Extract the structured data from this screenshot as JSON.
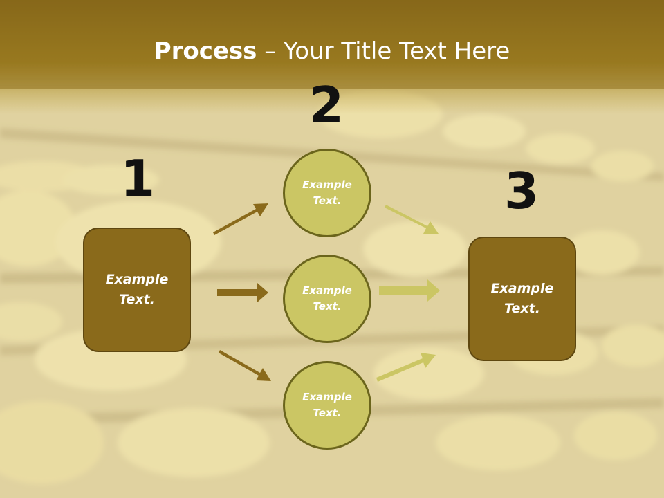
{
  "slide": {
    "title_bold": "Process",
    "title_rest": " – Your Title Text Here"
  },
  "steps": [
    {
      "number": "1",
      "text": "Example\nText."
    },
    {
      "number": "2"
    },
    {
      "number": "3",
      "text": "Example\nText."
    }
  ],
  "nodes": [
    {
      "text": "Example\nText."
    },
    {
      "text": "Example\nText."
    },
    {
      "text": "Example\nText."
    }
  ],
  "colors": {
    "header_band": "#8e6f1c",
    "box_fill": "#8a6a1b",
    "circle_fill": "#cbc664",
    "arrow_dark": "#8a6a1b",
    "arrow_light": "#cbc664"
  }
}
